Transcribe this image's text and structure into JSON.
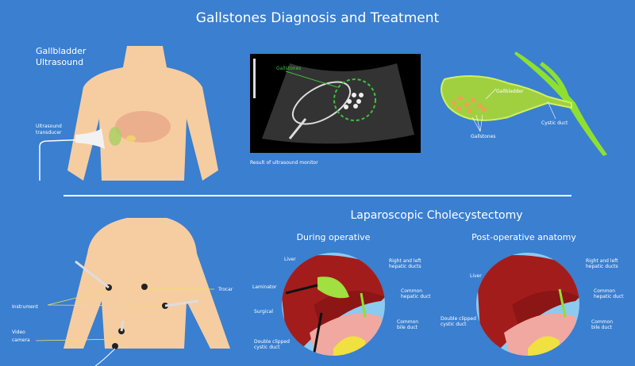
{
  "title": "Gallstones Diagnosis and Treatment",
  "ultrasound": {
    "heading_line1": "Gallbladder",
    "heading_line2": "Ultrasound",
    "transducer_line1": "Ultrasound",
    "transducer_line2": "transducer"
  },
  "monitor": {
    "label_gallstones": "Gallstones",
    "caption": "Result of ultrasound monitor"
  },
  "anatomy": {
    "gallbladder": "Gallbladder",
    "gallstones": "Gallstones",
    "cystic_duct": "Cystic duct"
  },
  "surgery": {
    "title": "Laparoscopic Cholecystectomy",
    "instrument": "Instrument",
    "trocar": "Trocar",
    "video_line1": "Video",
    "video_line2": "camera"
  },
  "during": {
    "title": "During operative",
    "liver": "Liver",
    "hepatic_line1": "Right and left",
    "hepatic_line2": "hepatic ducts",
    "laminator": "Laminator",
    "surgical": "Surgical",
    "common_hepatic_line1": "Common",
    "common_hepatic_line2": "hepatic duct",
    "common_bile_line1": "Common",
    "common_bile_line2": "bile duct",
    "clipped_line1": "Double clipped",
    "clipped_line2": "cystic duct"
  },
  "post": {
    "title": "Post-operative anatomy",
    "liver": "Liver",
    "hepatic_line1": "Right and left",
    "hepatic_line2": "hepatic ducts",
    "common_hepatic_line1": "Common",
    "common_hepatic_line2": "hepatic duct",
    "common_bile_line1": "Common",
    "common_bile_line2": "bile duct",
    "clipped_line1": "Double clipped",
    "clipped_line2": "cystic duct"
  },
  "colors": {
    "background": "#3a7fd0",
    "liver": "#a31c1c",
    "bile": "#9be030",
    "skin": "#f6cda0"
  }
}
